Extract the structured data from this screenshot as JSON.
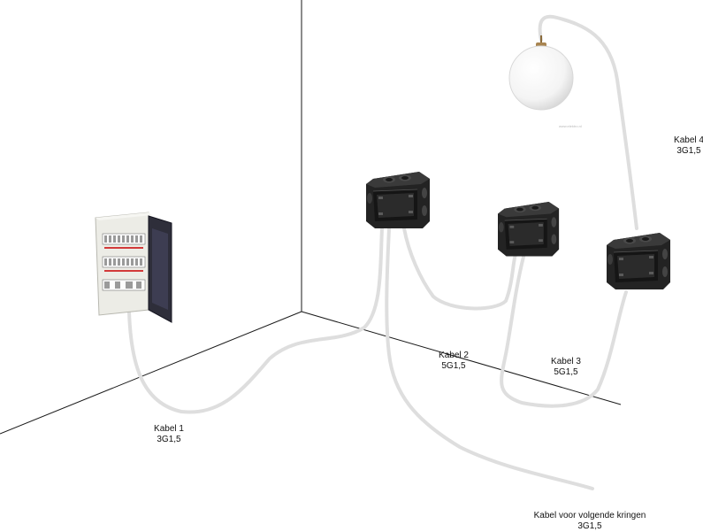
{
  "cables": [
    {
      "name": "Kabel 1",
      "spec": "3G1,5"
    },
    {
      "name": "Kabel 2",
      "spec": "5G1,5"
    },
    {
      "name": "Kabel 3",
      "spec": "5G1,5"
    },
    {
      "name": "Kabel 4",
      "spec": "3G1,5"
    },
    {
      "name": "Kabel voor volgende kringen",
      "spec": "3G1,5"
    }
  ],
  "watermark": "www.elektro.nl",
  "colors": {
    "cable": "#dedede",
    "box": "#1f1f1f",
    "cabinet": "#ecece6",
    "cabinet_door": "#2e2e3a",
    "globe": "#fbfbfb",
    "wall_line": "#1a1a1a"
  },
  "icons": [
    "distribution-board-icon",
    "junction-box-icon",
    "pendant-lamp-icon"
  ]
}
